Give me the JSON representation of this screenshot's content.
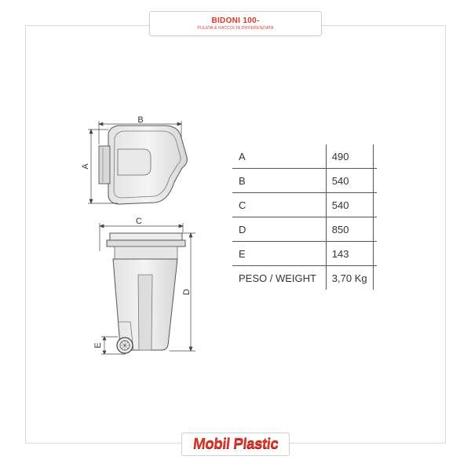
{
  "header": {
    "title": "BIDONI 100-",
    "subtitle": "PULIZIA & RACCOLTA DIFFERENZIATA"
  },
  "drawing": {
    "labels": {
      "a": "A",
      "b": "B",
      "c": "C",
      "d": "D",
      "e": "E"
    }
  },
  "specs": {
    "rows": [
      {
        "key": "A",
        "value": "490"
      },
      {
        "key": "B",
        "value": "540"
      },
      {
        "key": "C",
        "value": "540"
      },
      {
        "key": "D",
        "value": "850"
      },
      {
        "key": "E",
        "value": "143"
      },
      {
        "key": "PESO / WEIGHT",
        "value": "3,70 Kg"
      }
    ]
  },
  "brand": {
    "name": "Mobil Plastic"
  },
  "colors": {
    "accent": "#d8362a",
    "line": "#555555",
    "frame": "#d9d9d9"
  }
}
